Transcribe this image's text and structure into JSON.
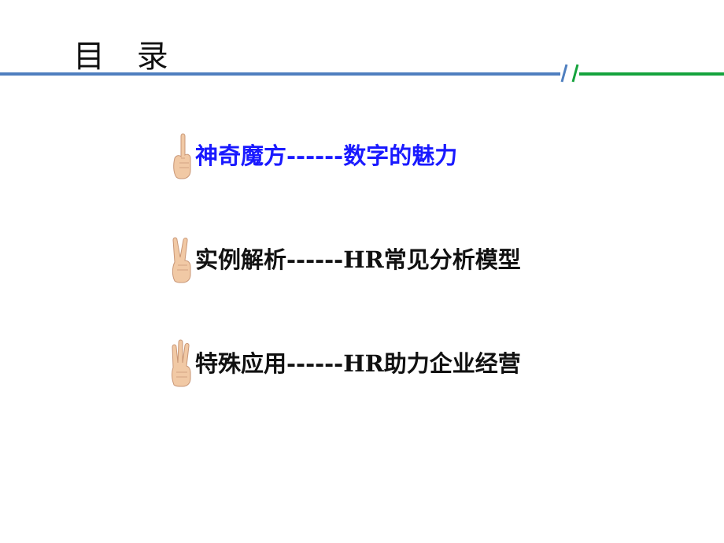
{
  "slide": {
    "title": "目 录",
    "accent_colors": {
      "blue_line": "#4f7fbf",
      "green_line": "#15a33d",
      "highlight_text": "#1a1aff",
      "normal_text": "#111111",
      "skin": "#f1c9a5"
    },
    "items": [
      {
        "icon": "one-finger-hand-icon",
        "text": "神奇魔方------数字的魅力",
        "color": "#1a1aff"
      },
      {
        "icon": "two-finger-hand-icon",
        "text": "实例解析------HR常见分析模型",
        "color": "#111111"
      },
      {
        "icon": "three-finger-hand-icon",
        "text": "特殊应用------HR助力企业经营",
        "color": "#111111"
      }
    ]
  }
}
